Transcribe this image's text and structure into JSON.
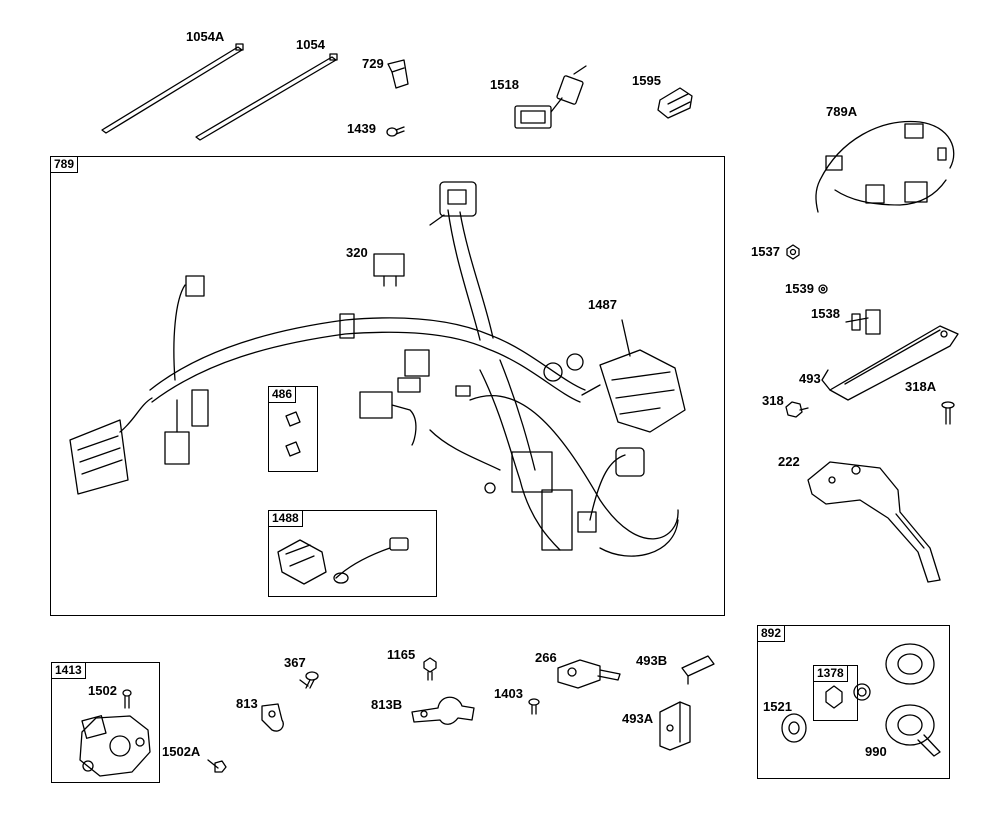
{
  "diagram": {
    "part_labels": {
      "p1054A": "1054A",
      "p1054": "1054",
      "p729": "729",
      "p1439": "1439",
      "p1518": "1518",
      "p1595": "1595",
      "p789A": "789A",
      "p320": "320",
      "p1487": "1487",
      "p1537": "1537",
      "p1539": "1539",
      "p1538": "1538",
      "p493": "493",
      "p318": "318",
      "p318A": "318A",
      "p222": "222",
      "p367": "367",
      "p1165": "1165",
      "p266": "266",
      "p493B": "493B",
      "p1502": "1502",
      "p813": "813",
      "p813B": "813B",
      "p1403": "1403",
      "p493A": "493A",
      "p1502A": "1502A",
      "p1521": "1521",
      "p990": "990"
    },
    "group_labels": {
      "g789": "789",
      "g486": "486",
      "g1488": "1488",
      "g1413": "1413",
      "g892": "892",
      "g1378": "1378"
    }
  }
}
